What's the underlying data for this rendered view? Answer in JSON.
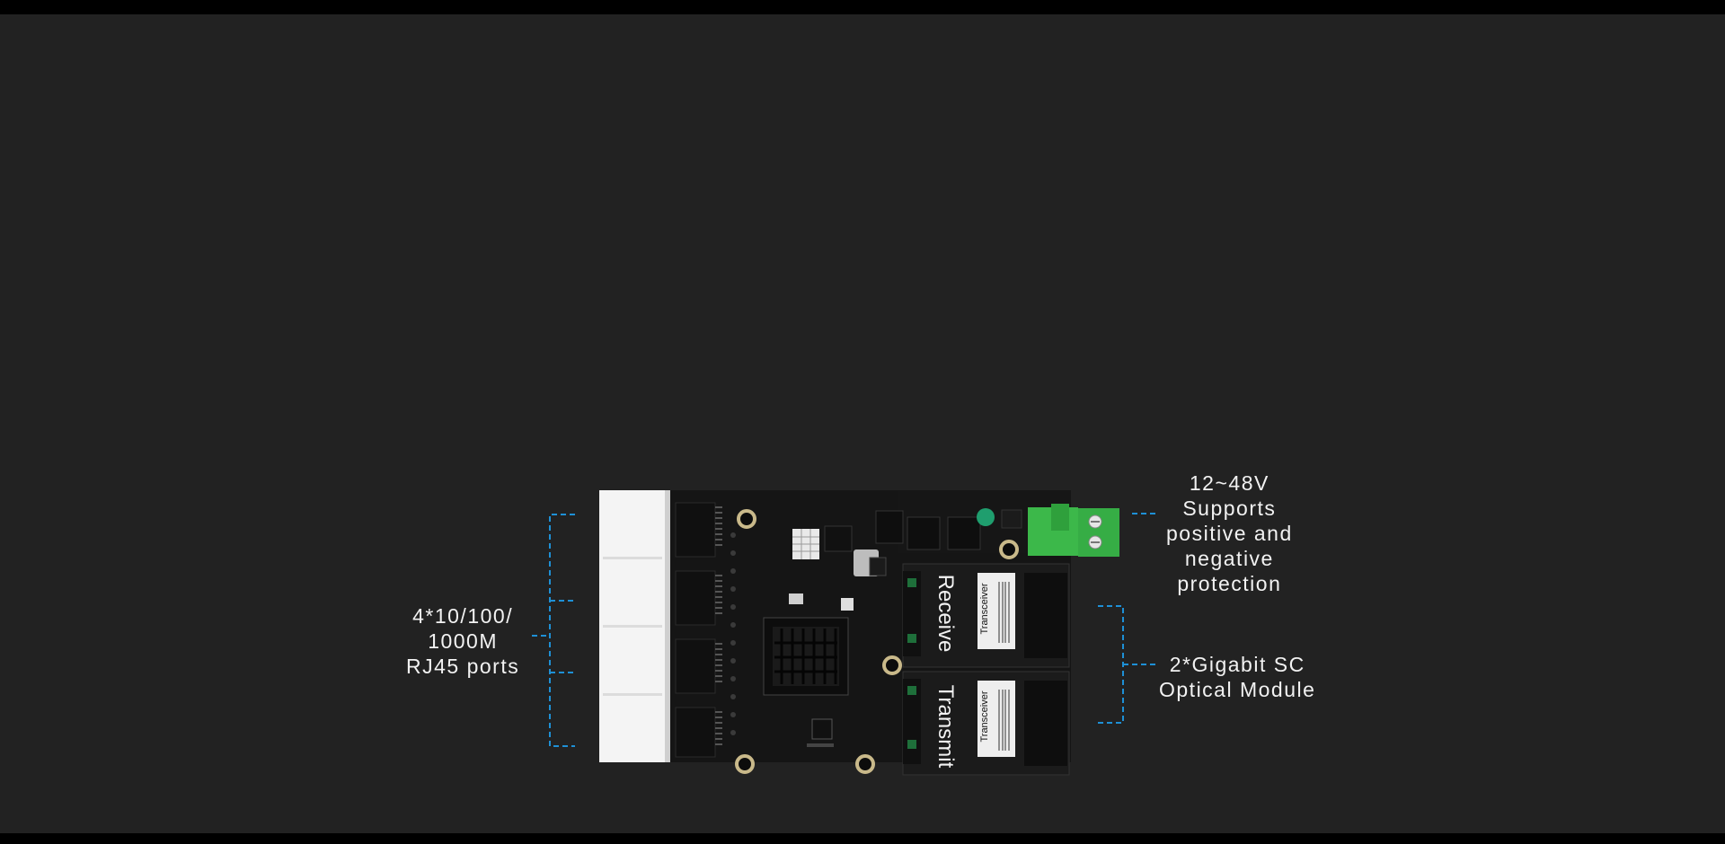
{
  "annotations": {
    "rj45": [
      "4*10/100/",
      "1000M",
      "RJ45 ports"
    ],
    "power": [
      "12~48V",
      "Supports",
      "positive and",
      "negative",
      "protection"
    ],
    "optical": [
      "2*Gigabit SC",
      "Optical Module"
    ]
  },
  "module_labels": {
    "receive": "Receive",
    "transmit": "Transmit",
    "transceiver": "Transceiver"
  },
  "colors": {
    "background": "#222222",
    "frame": "#000000",
    "bracket": "#1e90d6",
    "pcb": "#151515",
    "terminal": "#3cb84a",
    "rj45_housing": "#f4f4f4",
    "text": "#f2f2f2"
  }
}
